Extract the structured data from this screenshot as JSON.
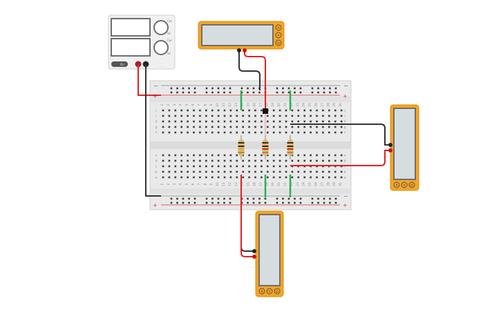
{
  "power_supply": {
    "label_top": "Cur",
    "label_mid": "Vo",
    "label_mid2": "Cur",
    "label_bot": "Vo",
    "switch_label": "On",
    "brand": "———",
    "brand_sub": "———"
  },
  "breadboard": {
    "rail_minus": "−",
    "rail_plus": "+",
    "row_letters_top": [
      "j",
      "i",
      "h",
      "g",
      "f"
    ],
    "row_letters_bottom": [
      "e",
      "d",
      "c",
      "b",
      "a"
    ],
    "column_count": 30,
    "column_number_labels": [
      " ",
      "1",
      "2",
      "3",
      "4",
      "5",
      "6",
      "7",
      "8",
      "9",
      "10",
      "11",
      "12",
      "13",
      "14",
      "15",
      "16",
      "17",
      "18",
      "19",
      "20",
      "21",
      "22",
      "23",
      "24",
      "25",
      "26",
      "27",
      "28",
      "29",
      "30"
    ]
  },
  "multimeters": [
    {
      "id": "top-meter",
      "buttons": [
        "A",
        "V",
        "Ω"
      ]
    },
    {
      "id": "right-meter",
      "buttons": [
        "A",
        "V",
        "Ω"
      ]
    },
    {
      "id": "bottom-meter",
      "buttons": [
        "A",
        "V",
        "Ω"
      ]
    }
  ],
  "colors": {
    "meter_body": "#f5a524",
    "meter_screen": "#d6dde1",
    "wire_red": "#e02020",
    "wire_black": "#333333",
    "jumper_green": "#22b14c",
    "breadboard": "#e6e6e6"
  }
}
